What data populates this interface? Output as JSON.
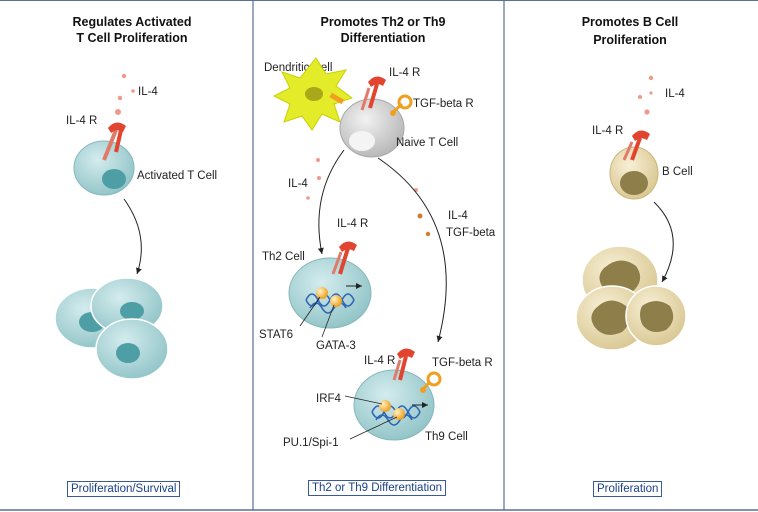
{
  "panels": [
    {
      "title_lines": [
        "Regulates Activated",
        "T Cell Proliferation"
      ],
      "labels": {
        "cytokine": "IL-4",
        "receptor": "IL-4 R",
        "cell": "Activated T Cell"
      },
      "outcome": "Proliferation/Survival"
    },
    {
      "title_lines": [
        "Promotes Th2 or Th9",
        "Differentiation"
      ],
      "labels": {
        "dendritic_cell": "Dendritic Cell",
        "receptor_top": "IL-4 R",
        "tgf_receptor_top": "TGF-beta R",
        "naive_cell": "Naive T Cell",
        "cytokine_left": "IL-4",
        "cytokine_right_1": "IL-4",
        "cytokine_right_2": "TGF-beta",
        "th2_receptor": "IL-4 R",
        "th2_cell": "Th2 Cell",
        "stat6": "STAT6",
        "gata3": "GATA-3",
        "th9_receptor": "IL-4 R",
        "th9_tgf_receptor": "TGF-beta R",
        "irf4": "IRF4",
        "pu1": "PU.1/Spi-1",
        "th9_cell": "Th9 Cell"
      },
      "outcome": "Th2 or Th9 Differentiation"
    },
    {
      "title_lines": [
        "Promotes B Cell",
        "Proliferation"
      ],
      "labels": {
        "cytokine": "IL-4",
        "receptor": "IL-4 R",
        "cell": "B Cell"
      },
      "outcome": "Proliferation"
    }
  ],
  "colors": {
    "t_cell": "#a9d4d6",
    "t_nucleus": "#4e9ea6",
    "b_cell": "#e8dcb4",
    "b_nucleus": "#8e7e4a",
    "naive_cell": "#cfcfcf",
    "dendritic_cell": "#e4ec2a",
    "receptor": "#e2452f",
    "tgf_receptor": "#f0a020",
    "dna": "#2f66b5",
    "divider": "#5a6e96"
  }
}
